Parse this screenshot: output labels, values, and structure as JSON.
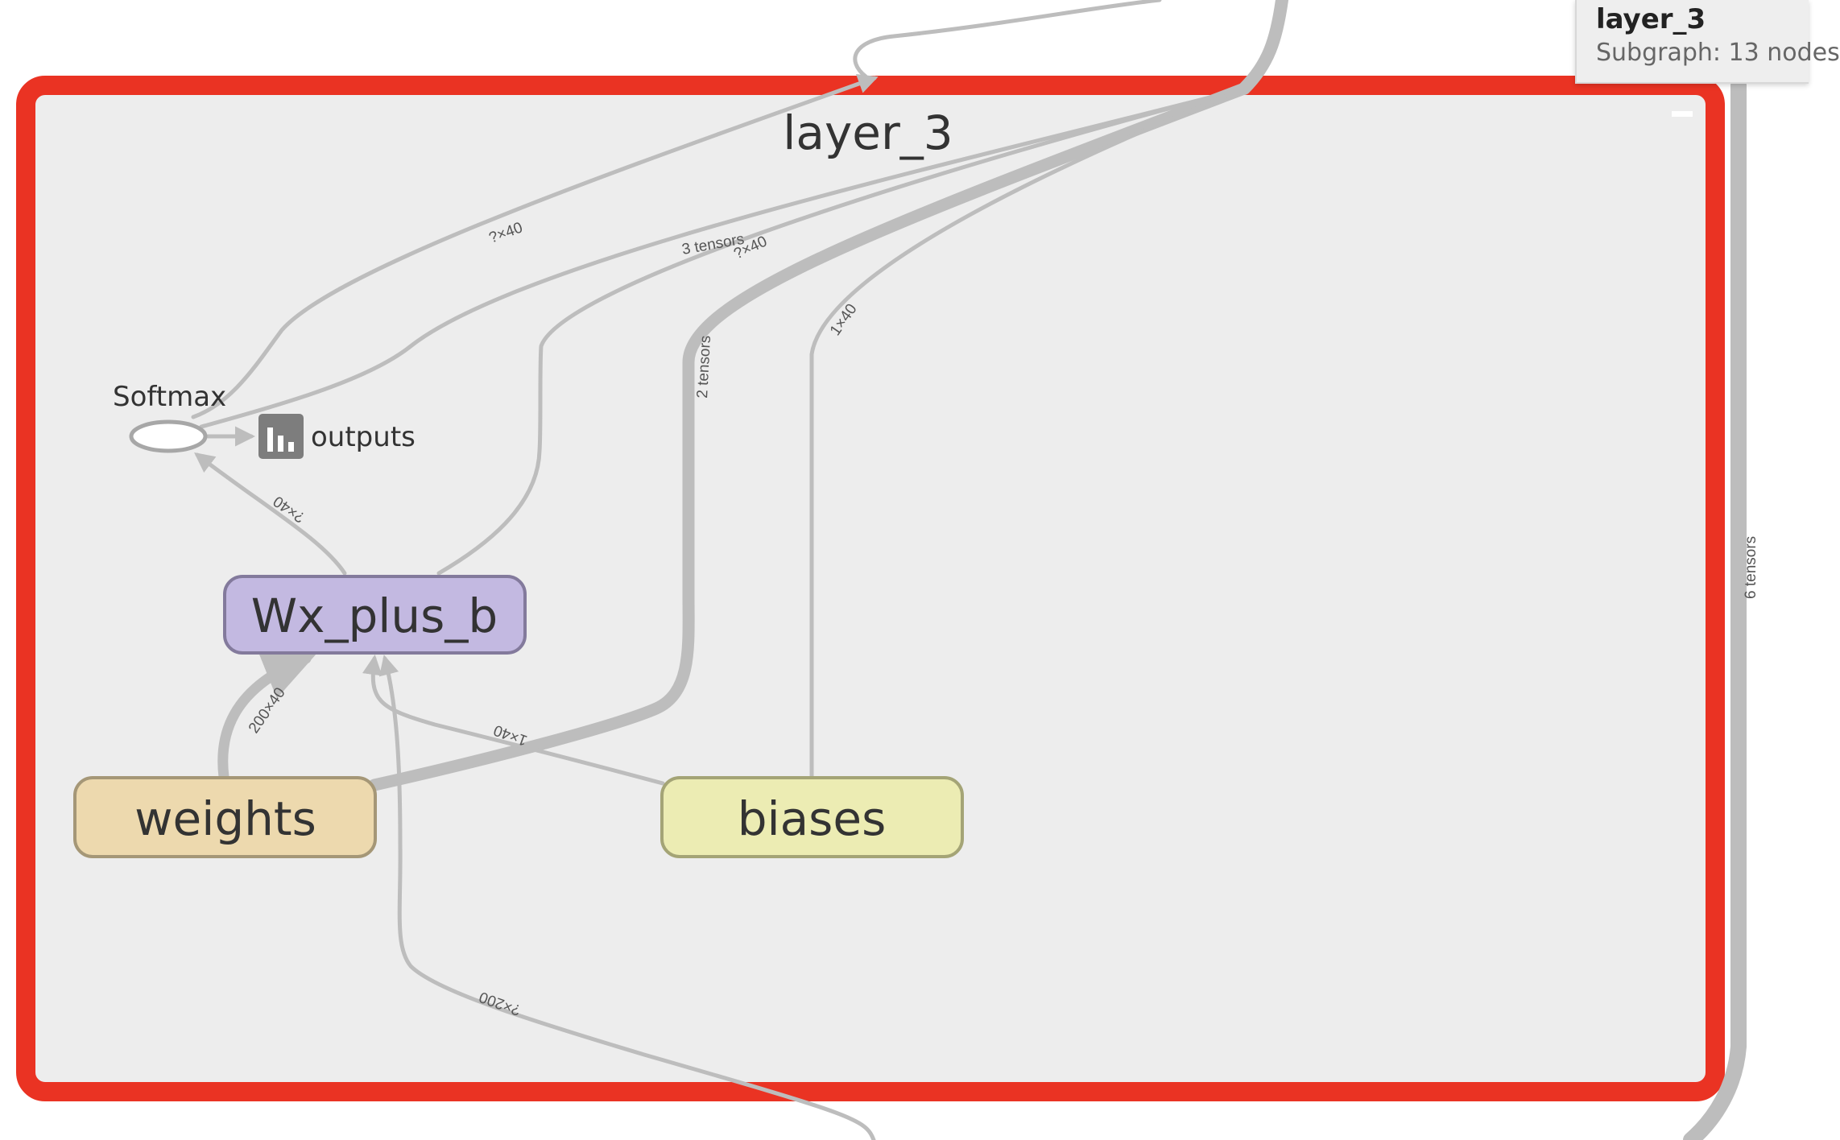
{
  "group": {
    "title": "layer_3",
    "outline_color": "#ea3323",
    "fill_color": "#ededed"
  },
  "nodes": {
    "weights": {
      "label": "weights",
      "fill": "#edd9ae",
      "stroke": "#a59777"
    },
    "biases": {
      "label": "biases",
      "fill": "#ececb3",
      "stroke": "#a4a476"
    },
    "wx_plus_b": {
      "label": "Wx_plus_b",
      "fill": "#c3b9e1",
      "stroke": "#837a9c"
    },
    "softmax": {
      "label": "Softmax"
    },
    "outputs": {
      "label": "outputs",
      "icon": "summary-chart-icon"
    }
  },
  "edges": {
    "weights_to_wx": "200×40",
    "biases_to_wx": "1×40",
    "external_to_wx": "?×200",
    "wx_to_softmax": "?×40",
    "softmax_out": "?×40",
    "three_tensors": "3 tensors",
    "wx_out": "?×40",
    "two_tensors": "2 tensors",
    "biases_out": "1×40",
    "six_tensors": "6 tensors"
  },
  "info_card": {
    "title": "layer_3",
    "subtitle": "Subgraph: 13 nodes"
  }
}
